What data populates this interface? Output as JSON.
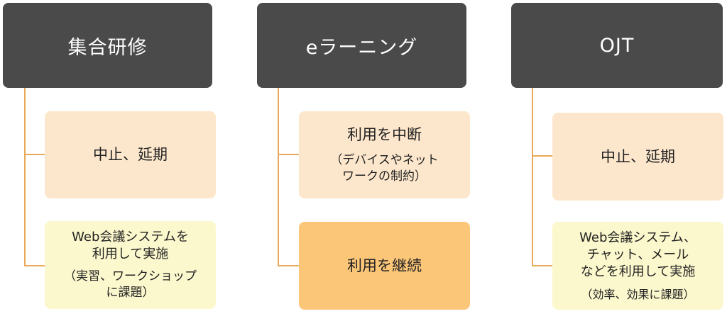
{
  "columns": [
    {
      "header": "集合研修",
      "boxes": [
        {
          "main": "中止、延期"
        },
        {
          "line1": "Web会議システムを",
          "line2": "利用して実施",
          "note1": "（実習、ワークショップ",
          "note2": "に課題）"
        }
      ]
    },
    {
      "header": "eラーニング",
      "boxes": [
        {
          "main": "利用を中断",
          "note1": "（デバイスやネット",
          "note2": "ワークの制約）"
        },
        {
          "main": "利用を継続"
        }
      ]
    },
    {
      "header": "OJT",
      "boxes": [
        {
          "main": "中止、延期"
        },
        {
          "line1": "Web会議システム、",
          "line2": "チャット、メール",
          "line3": "などを利用して実施",
          "note1": "（効率、効果に課題）"
        }
      ]
    }
  ],
  "colors": {
    "header_bg": "#4a4a4a",
    "connector": "#e9a95a",
    "box_peach": "#fde7cc",
    "box_yellow": "#fcf8cd",
    "box_orange": "#fbc678"
  }
}
